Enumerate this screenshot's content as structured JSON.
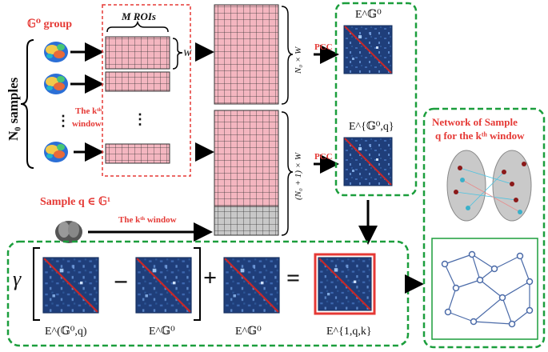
{
  "labels": {
    "group_title": "𝔾⁰ group",
    "n0_samples": "N₀ samples",
    "m_rois": "M ROIs",
    "w": "W",
    "kth_window_1": "The kᵗʰ",
    "kth_window_2": "window",
    "dots": "⋮",
    "pcc_top": "PCC",
    "pcc_bottom": "PCC",
    "n0_x_w": "N₀ × W",
    "n0p1_x_w": "(N₀ + 1) × W",
    "e_g0_top": "E^𝔾⁰",
    "e_g0q_top": "E^{𝔾⁰,q}",
    "sample_q": "Sample q ∈ 𝔾¹",
    "kth_window_line": "The kᵗʰ window",
    "gamma": "γ",
    "minus": "−",
    "plus": "+",
    "equals": "=",
    "e_g0q_bottom": "E^(𝔾⁰,q)",
    "e_g0_bottom1": "E^𝔾⁰",
    "e_g0_bottom2": "E^𝔾⁰",
    "e1qk": "E^{1,q,k}",
    "network_title_1": "Network of Sample",
    "network_title_2": "q for the kᵗʰ window"
  },
  "colors": {
    "red": "#e53935",
    "green": "#1b9e3c",
    "pink": "#f4b6c0",
    "gray": "#c8c8c8",
    "matrix_bg": "#1f3e7a",
    "diag": "#c62828",
    "graph_node": "#4a6aa8"
  }
}
